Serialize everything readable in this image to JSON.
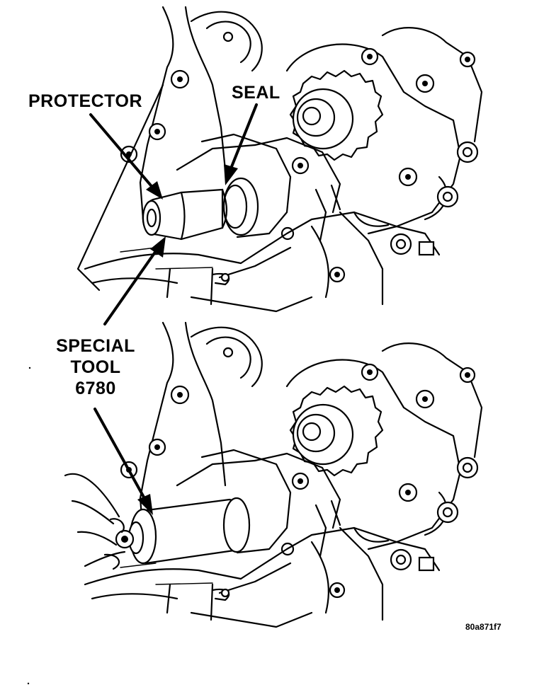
{
  "labels": {
    "protector": "PROTECTOR",
    "seal": "SEAL",
    "special_tool": [
      "SPECIAL",
      "TOOL",
      "6780"
    ],
    "figure_code": "80a871f7"
  },
  "colors": {
    "ink": "#000000",
    "paper": "#ffffff"
  }
}
